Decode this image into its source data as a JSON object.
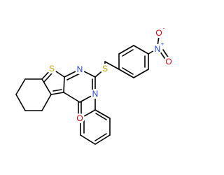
{
  "atoms": {
    "s_thiophene": {
      "label": "S",
      "color": "#c8a000"
    },
    "n_upper": {
      "label": "N",
      "color": "#1f3fd6"
    },
    "n_lower": {
      "label": "N",
      "color": "#1f3fd6"
    },
    "s_thioether": {
      "label": "S",
      "color": "#c8a000"
    },
    "o_carbonyl": {
      "label": "O",
      "color": "#e00000"
    },
    "n_nitro": {
      "label": "N",
      "color": "#1f3fd6",
      "charge": "+"
    },
    "o_nitro_top": {
      "label": "O",
      "color": "#e00000",
      "charge": "-"
    },
    "o_nitro_bottom": {
      "label": "O",
      "color": "#e00000"
    }
  }
}
